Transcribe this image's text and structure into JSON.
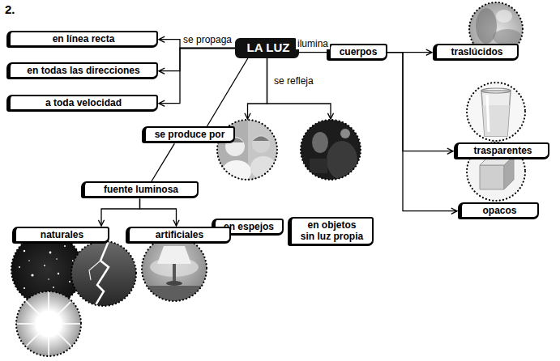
{
  "diagram": {
    "nodes": [
      {
        "text": [
          "en línea recta"
        ]
      },
      {
        "text": [
          "LA LUZ"
        ]
      },
      {
        "text": [
          "cuerpos"
        ]
      },
      {
        "text": [
          "traslúcidos"
        ]
      },
      {
        "text": [
          "en todas las direcciones"
        ]
      },
      {
        "text": [
          "a toda velocidad"
        ]
      },
      {
        "text": [
          "se produce por"
        ]
      },
      {
        "text": [
          "trasparentes"
        ]
      },
      {
        "text": [
          "fuente luminosa"
        ]
      },
      {
        "text": [
          "opacos"
        ]
      },
      {
        "text": [
          "en espejos"
        ]
      },
      {
        "text": [
          "en objetos sin luz propia"
        ]
      },
      {
        "text": [
          "naturales"
        ]
      },
      {
        "text": [
          "artificiales"
        ]
      }
    ],
    "edges": [
      {
        "from": 1,
        "to": 0,
        "arrow": "to"
      },
      {
        "from": 1,
        "to": 4,
        "arrow": "to",
        "label": "se propaga"
      },
      {
        "from": 1,
        "to": 5,
        "arrow": "to"
      },
      {
        "from": 1,
        "to": 2,
        "arrow": "none",
        "label": "ilumina"
      },
      {
        "from": 2,
        "to": 3,
        "arrow": "to"
      },
      {
        "from": 2,
        "to": 7,
        "arrow": "to"
      },
      {
        "from": 2,
        "to": 9,
        "arrow": "to"
      },
      {
        "from": 1,
        "to": 10,
        "arrow": "to",
        "label": "se refleja"
      },
      {
        "from": 1,
        "to": 11,
        "arrow": "to"
      },
      {
        "from": 1,
        "to": 6,
        "arrow": "none"
      },
      {
        "from": 6,
        "to": 8,
        "arrow": "none"
      },
      {
        "from": 8,
        "to": 12,
        "arrow": "to"
      },
      {
        "from": 8,
        "to": 13,
        "arrow": "to"
      }
    ],
    "labels": [
      "2."
    ]
  }
}
